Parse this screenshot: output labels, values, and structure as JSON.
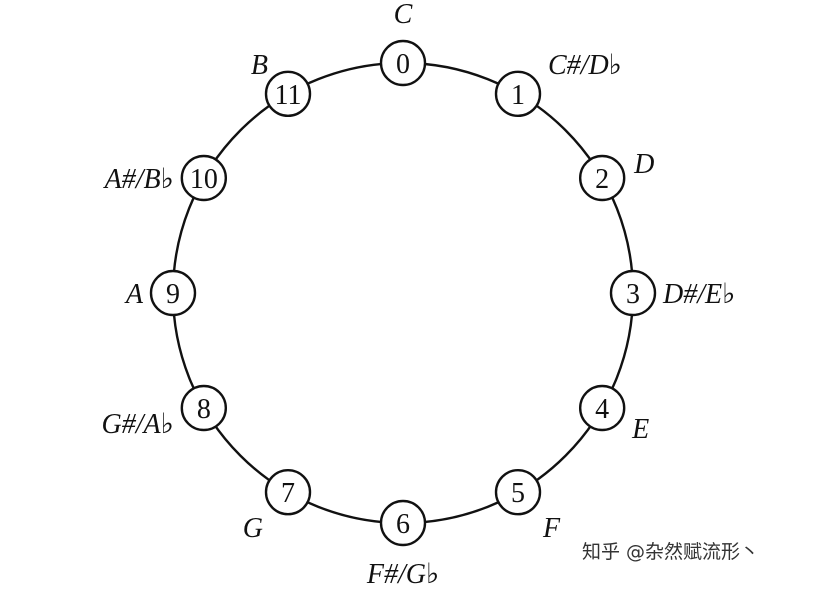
{
  "diagram": {
    "nodes": [
      {
        "id": "0",
        "number": "0",
        "note": "C"
      },
      {
        "id": "1",
        "number": "1",
        "note": "C#/D♭"
      },
      {
        "id": "2",
        "number": "2",
        "note": "D"
      },
      {
        "id": "3",
        "number": "3",
        "note": "D#/E♭"
      },
      {
        "id": "4",
        "number": "4",
        "note": "E"
      },
      {
        "id": "5",
        "number": "5",
        "note": "F"
      },
      {
        "id": "6",
        "number": "6",
        "note": "F#/G♭"
      },
      {
        "id": "7",
        "number": "7",
        "note": "G"
      },
      {
        "id": "8",
        "number": "8",
        "note": "G#/A♭"
      },
      {
        "id": "9",
        "number": "9",
        "note": "A"
      },
      {
        "id": "10",
        "number": "10",
        "note": "A#/B♭"
      },
      {
        "id": "11",
        "number": "11",
        "note": "B"
      }
    ]
  },
  "watermark": {
    "text": "知乎 @杂然赋流形丶"
  },
  "colors": {
    "stroke": "#111111",
    "node_fill": "#ffffff",
    "text": "#111111"
  }
}
